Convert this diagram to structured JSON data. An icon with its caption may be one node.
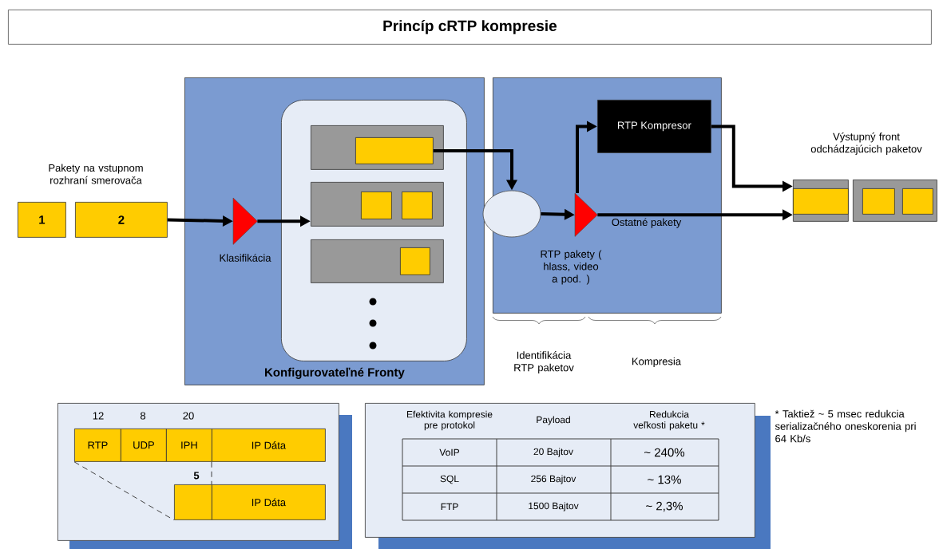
{
  "diagram": {
    "title": "Princíp cRTP kompresie",
    "nodes": [
      {
        "text": [
          "1"
        ]
      },
      {
        "text": [
          "2"
        ]
      },
      {
        "text": [
          "Konfigurovateľné Fronty"
        ]
      },
      {
        "text": [],
        "shape": "triangle",
        "in": 2,
        "beside": [
          "Klasifikácia"
        ]
      },
      {
        "text": [],
        "shape": "box",
        "in": 2
      },
      {
        "text": [],
        "shape": "bar",
        "in": 4
      },
      {
        "text": [],
        "shape": "box",
        "in": 5
      },
      {
        "text": [],
        "shape": "bar",
        "in": 4
      },
      {
        "text": [],
        "shape": "box",
        "in": 7
      },
      {
        "text": [],
        "shape": "box",
        "in": 7
      },
      {
        "text": [],
        "shape": "bar",
        "in": 4
      },
      {
        "text": [],
        "shape": "box",
        "in": 10
      },
      {
        "text": [],
        "shape": "box"
      },
      {
        "text": [],
        "shape": "ellipse",
        "in": 12
      },
      {
        "text": [],
        "shape": "triangle",
        "in": 12,
        "beside": [
          "RTP pakety ( hlass, video a pod. )"
        ]
      },
      {
        "text": [
          "RTP Kompresor"
        ],
        "in": 12
      },
      {
        "text": [],
        "shape": "bar"
      },
      {
        "text": [],
        "shape": "box",
        "in": 16
      },
      {
        "text": [],
        "shape": "bar"
      },
      {
        "text": [],
        "shape": "box",
        "in": 18
      },
      {
        "text": [],
        "shape": "box",
        "in": 18
      },
      {
        "text": [],
        "shape": "box"
      },
      {
        "text": [
          "RTP"
        ],
        "in": 21
      },
      {
        "text": [
          "UDP"
        ],
        "in": 21
      },
      {
        "text": [
          "IPH"
        ],
        "in": 21
      },
      {
        "text": [
          "IP Dáta"
        ],
        "in": 21
      },
      {
        "text": [],
        "shape": "box",
        "in": 21
      },
      {
        "text": [
          "IP Dáta"
        ],
        "in": 21
      },
      {
        "text": [],
        "shape": "box",
        "beside": [
          "* Taktiež ~ 5 msec redukcia serializačného oneskorenia pri 64 Kb/s"
        ]
      }
    ],
    "edges": [
      {
        "from": 1,
        "to": 3,
        "arrow": "to"
      },
      {
        "from": 3,
        "to": 7,
        "arrow": "to"
      },
      {
        "from": 6,
        "to": 13,
        "arrow": "to"
      },
      {
        "from": 13,
        "to": 14,
        "arrow": "to"
      },
      {
        "from": 14,
        "to": 15,
        "arrow": "to"
      },
      {
        "from": 14,
        "to": 16,
        "arrow": "to",
        "label": "Ostatné pakety"
      },
      {
        "from": 15,
        "to": 16,
        "arrow": "to"
      },
      {
        "from": 22,
        "to": 26,
        "arrow": "none",
        "style": "dashed"
      },
      {
        "from": 25,
        "to": 27,
        "arrow": "none",
        "style": "dashed"
      }
    ],
    "labels": [
      "Pakety na vstupnom rozhraní smerovača",
      "Výstupný front odchádzajúcich paketov",
      "Identifikácia RTP paketov",
      "Kompresia",
      "12",
      "8",
      "20",
      "5",
      "Efektivita kompresie pre protokol",
      "Payload",
      "Redukcia veľkosti paketu *",
      "VoIP",
      "20 Bajtov",
      "~ 240%",
      "SQL",
      "256 Bajtov",
      "~ 13%",
      "FTP",
      "1500 Bajtov",
      "~ 2,3%"
    ]
  }
}
